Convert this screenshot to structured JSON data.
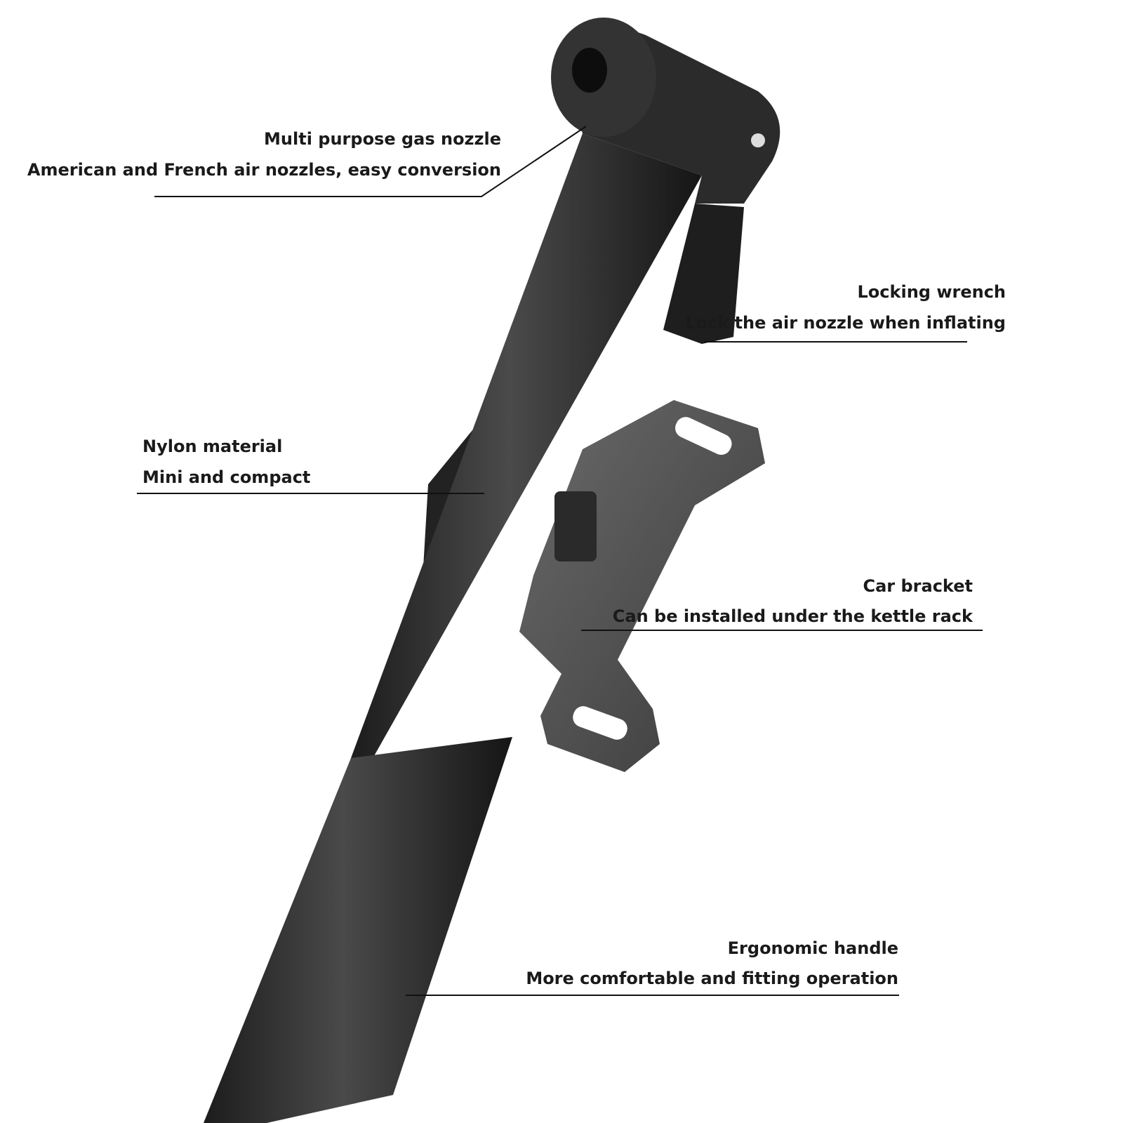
{
  "annotations": [
    {
      "title": "Multi purpose gas nozzle",
      "desc": "American and French air nozzles, easy conversion"
    },
    {
      "title": "Locking wrench",
      "desc": "Lock the air nozzle when inflating"
    },
    {
      "title": "Nylon material",
      "desc": "Mini and compact"
    },
    {
      "title": "Car bracket",
      "desc": "Can be installed under the kettle rack"
    },
    {
      "title": "Ergonomic handle",
      "desc": "More comfortable and fitting operation"
    }
  ]
}
